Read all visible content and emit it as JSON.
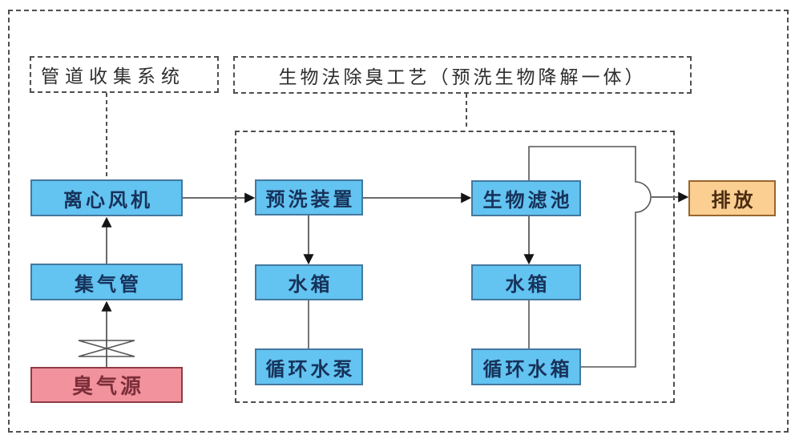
{
  "diagram": {
    "groups": {
      "collection": {
        "label": "管道收集系统"
      },
      "process": {
        "label": "生物法除臭工艺（预洗生物降解一体）"
      }
    },
    "nodes": {
      "odor_source": {
        "label": "臭气源"
      },
      "gas_pipe": {
        "label": "集气管"
      },
      "fan": {
        "label": "离心风机"
      },
      "prewash": {
        "label": "预洗装置"
      },
      "prewash_tank": {
        "label": "水箱"
      },
      "circ_pump": {
        "label": "循环水泵"
      },
      "biofilter": {
        "label": "生物滤池"
      },
      "biofilter_tank": {
        "label": "水箱"
      },
      "circ_tank": {
        "label": "循环水箱"
      },
      "discharge": {
        "label": "排放"
      }
    },
    "edges": [
      {
        "from": "odor_source",
        "to": "gas_pipe",
        "style": "arrow",
        "through": "valve"
      },
      {
        "from": "gas_pipe",
        "to": "fan",
        "style": "arrow"
      },
      {
        "from": "fan",
        "to": "prewash",
        "style": "arrow"
      },
      {
        "from": "prewash",
        "to": "biofilter",
        "style": "arrow"
      },
      {
        "from": "prewash",
        "to": "prewash_tank",
        "style": "arrow"
      },
      {
        "from": "prewash_tank",
        "to": "circ_pump",
        "style": "line"
      },
      {
        "from": "biofilter",
        "to": "biofilter_tank",
        "style": "arrow"
      },
      {
        "from": "biofilter_tank",
        "to": "circ_tank",
        "style": "line"
      },
      {
        "from": "circ_tank",
        "to": "biofilter",
        "style": "line-loop-over-top"
      },
      {
        "from": "biofilter",
        "to": "discharge",
        "style": "arrow-with-hop"
      },
      {
        "from": "collection",
        "to": "fan",
        "style": "dashed-line"
      },
      {
        "from": "process",
        "to": "process_border",
        "style": "dashed-line"
      }
    ],
    "icons": {
      "valve": "gate-valve-symbol"
    },
    "colors": {
      "node-blue-fill": "#63c3f1",
      "node-blue-border": "#44789f",
      "node-blue-text": "#17325a",
      "node-pink-fill": "#f1929c",
      "node-pink-border": "#8f3c46",
      "node-pink-text": "#7c2f3a",
      "node-orange-fill": "#fbce92",
      "node-orange-border": "#99652f",
      "node-orange-text": "#4a2c10",
      "line-color": "#6a6a6a",
      "arrow-color": "#141414",
      "dash-color": "#4f4f4f",
      "label-color": "#2e2e2e"
    }
  }
}
